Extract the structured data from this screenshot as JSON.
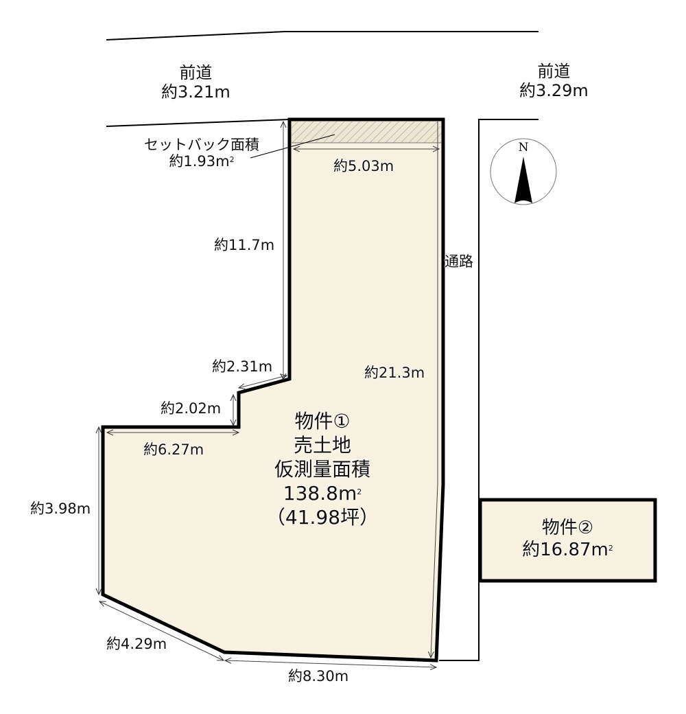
{
  "roads": {
    "front_road_left": {
      "name": "前道",
      "width": "約3.21m"
    },
    "front_road_right": {
      "name": "前道",
      "width": "約3.29m"
    },
    "passage": "通路"
  },
  "setback": {
    "title": "セットバック面積",
    "area": "約1.93",
    "unit": "m²"
  },
  "property1": {
    "title": "物件①",
    "type": "売土地",
    "area_label": "仮測量面積",
    "area_sqm": "138.8",
    "area_unit": "m²",
    "area_tsubo": "（41.98坪）"
  },
  "property2": {
    "title": "物件②",
    "area": "約16.87",
    "unit": "m²"
  },
  "dimensions": {
    "top": "約5.03m",
    "left_upper": "約11.7m",
    "step_diag": "約2.31m",
    "step_vert": "約2.02m",
    "mid_horizontal": "約6.27m",
    "left_lower": "約3.98m",
    "bottom_diag": "約4.29m",
    "bottom": "約8.30m",
    "right": "約21.3m"
  },
  "compass": {
    "label": "N"
  },
  "colors": {
    "lot_fill": "#f8f2e3",
    "outline": "#000000",
    "dim_line": "#555555",
    "hatch": "#999999"
  }
}
